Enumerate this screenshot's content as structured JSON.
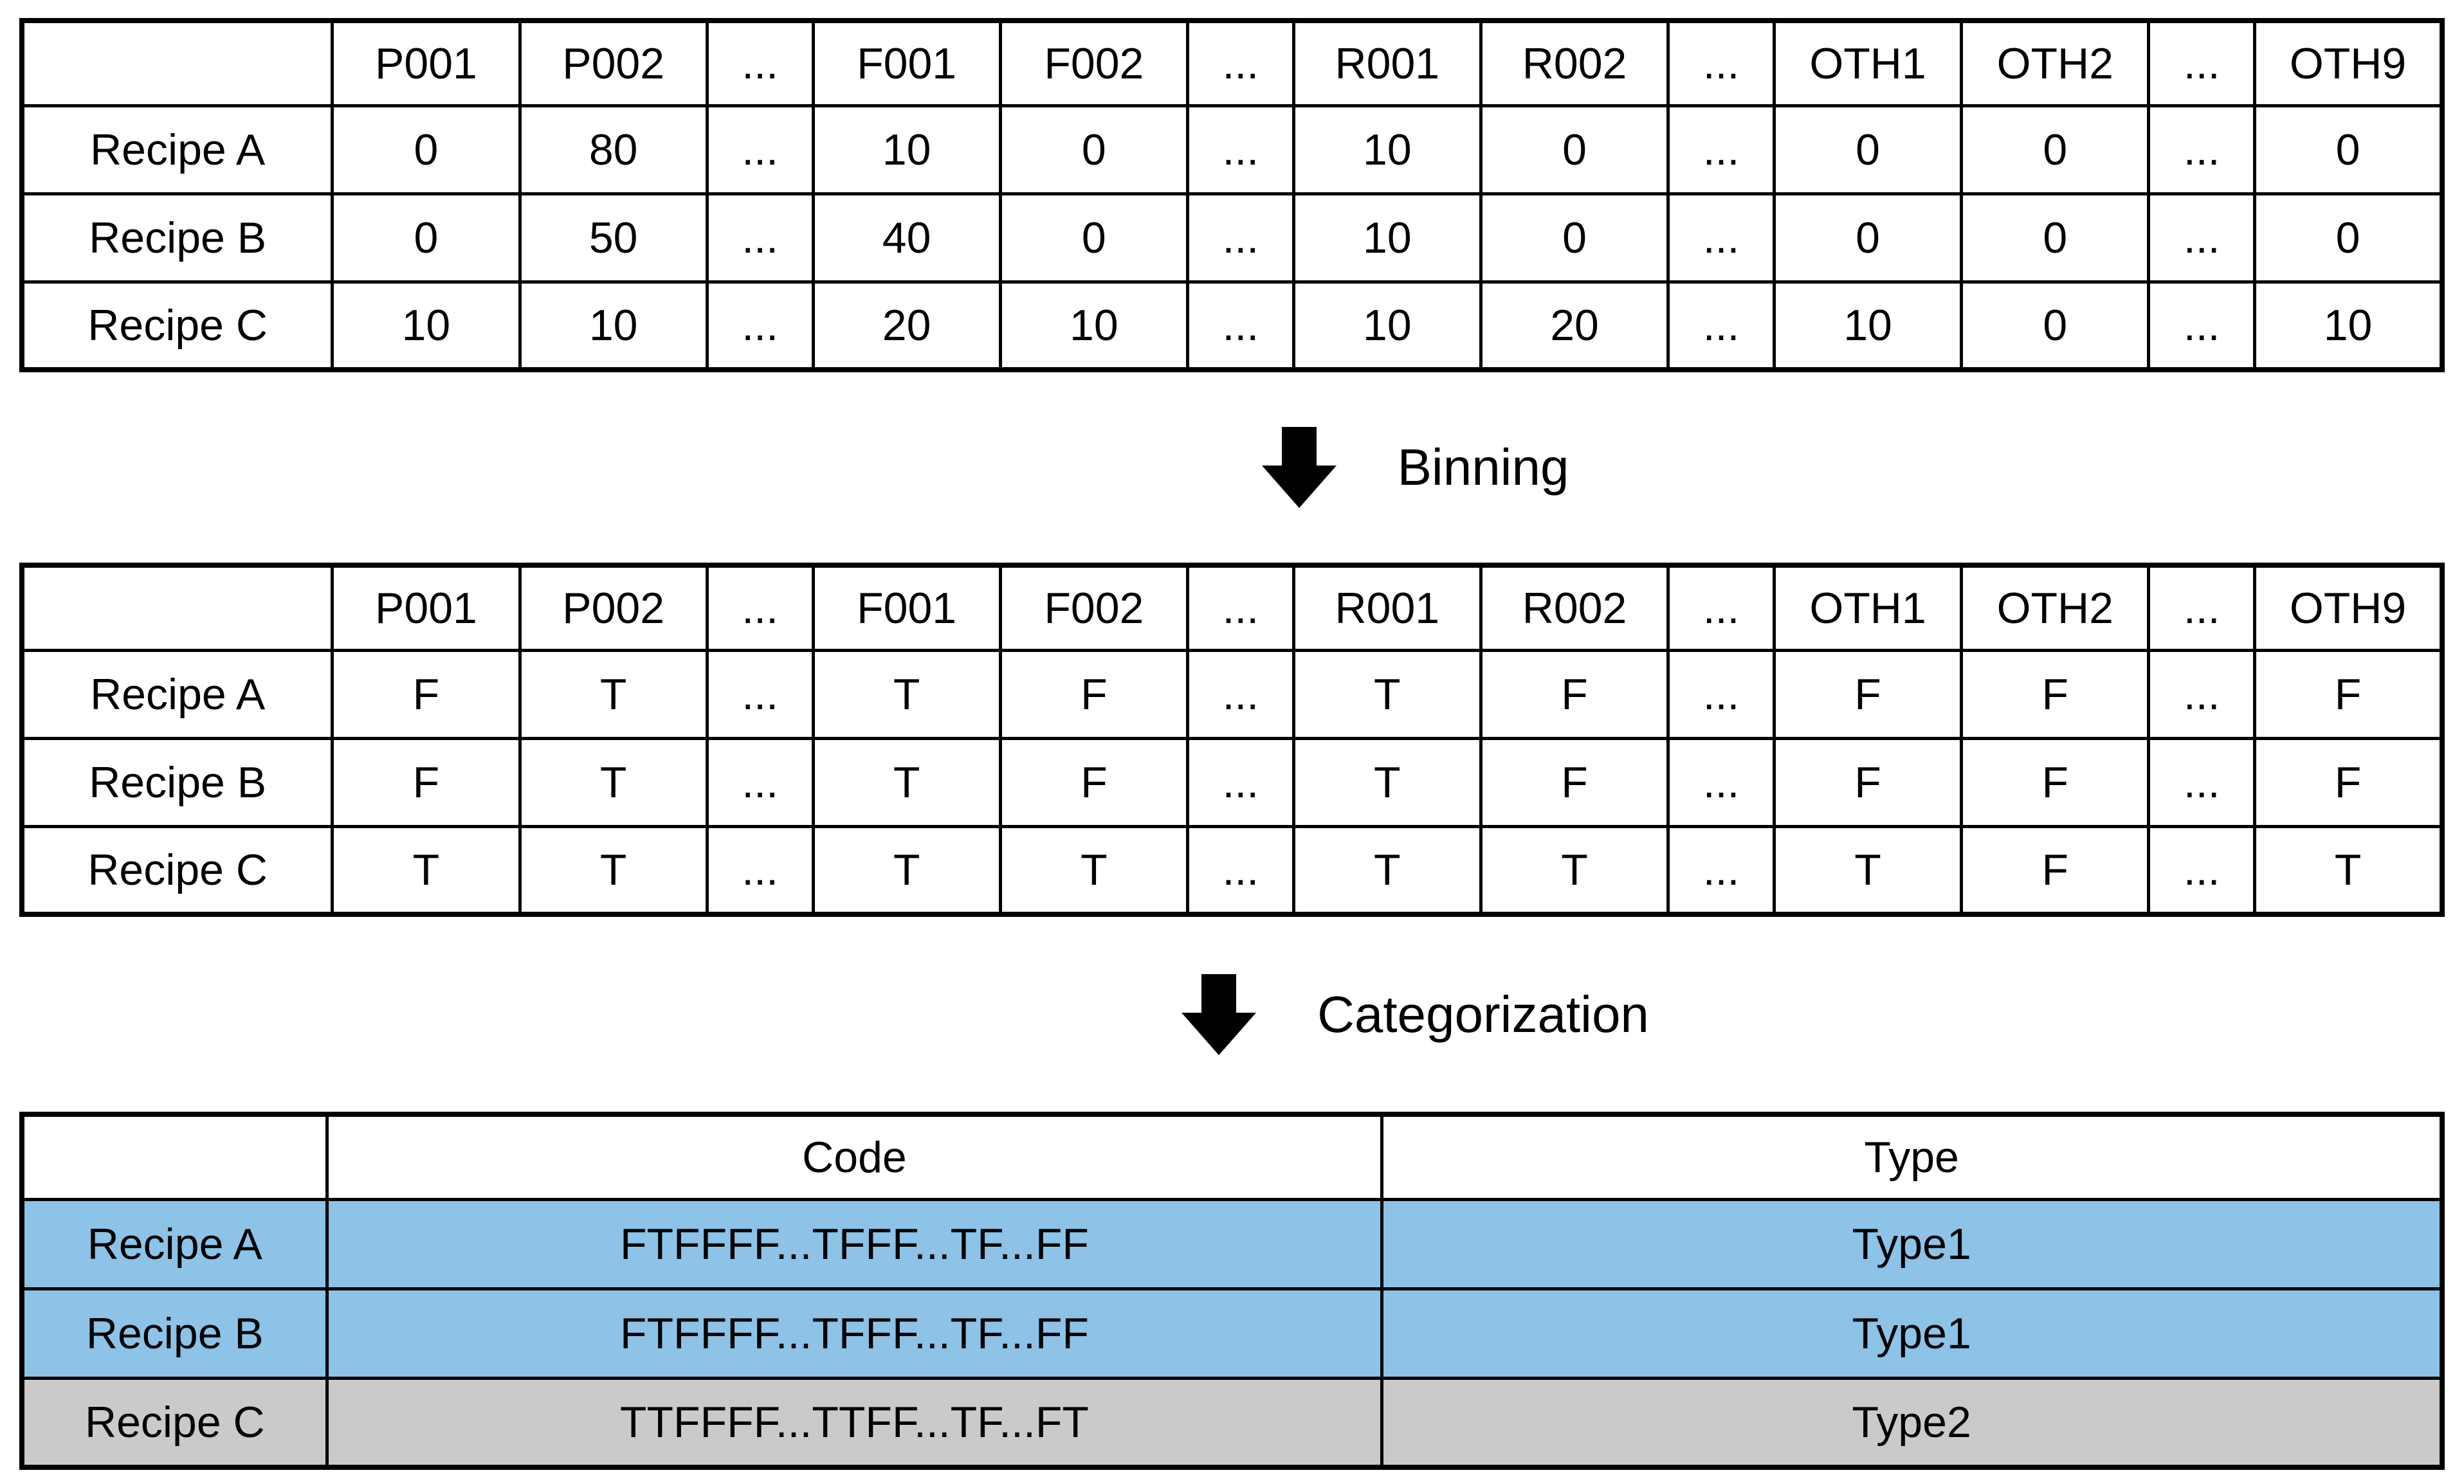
{
  "diagram": {
    "matrix_columns": [
      "",
      "P001",
      "P002",
      "...",
      "F001",
      "F002",
      "...",
      "R001",
      "R002",
      "...",
      "OTH1",
      "OTH2",
      "...",
      "OTH9"
    ],
    "tables": {
      "raw": {
        "rows": [
          {
            "label": "Recipe A",
            "values": [
              "0",
              "80",
              "...",
              "10",
              "0",
              "...",
              "10",
              "0",
              "...",
              "0",
              "0",
              "...",
              "0"
            ]
          },
          {
            "label": "Recipe B",
            "values": [
              "0",
              "50",
              "...",
              "40",
              "0",
              "...",
              "10",
              "0",
              "...",
              "0",
              "0",
              "...",
              "0"
            ]
          },
          {
            "label": "Recipe C",
            "values": [
              "10",
              "10",
              "...",
              "20",
              "10",
              "...",
              "10",
              "20",
              "...",
              "10",
              "0",
              "...",
              "10"
            ]
          }
        ]
      },
      "binned": {
        "rows": [
          {
            "label": "Recipe A",
            "values": [
              "F",
              "T",
              "...",
              "T",
              "F",
              "...",
              "T",
              "F",
              "...",
              "F",
              "F",
              "...",
              "F"
            ]
          },
          {
            "label": "Recipe B",
            "values": [
              "F",
              "T",
              "...",
              "T",
              "F",
              "...",
              "T",
              "F",
              "...",
              "F",
              "F",
              "...",
              "F"
            ]
          },
          {
            "label": "Recipe C",
            "values": [
              "T",
              "T",
              "...",
              "T",
              "T",
              "...",
              "T",
              "T",
              "...",
              "T",
              "F",
              "...",
              "T"
            ]
          }
        ]
      },
      "categorized": {
        "columns": [
          "",
          "Code",
          "Type"
        ],
        "rows": [
          {
            "label": "Recipe A",
            "code": "FTFFFF...TFFF...TF...FF",
            "type": "Type1",
            "highlight": "blue"
          },
          {
            "label": "Recipe B",
            "code": "FTFFFF...TFFF...TF...FF",
            "type": "Type1",
            "highlight": "blue"
          },
          {
            "label": "Recipe C",
            "code": "TTFFFF...TTFF...TF...FT",
            "type": "Type2",
            "highlight": "gray"
          }
        ]
      }
    },
    "arrows": [
      {
        "label": "Binning"
      },
      {
        "label": "Categorization"
      }
    ],
    "colors": {
      "highlight_blue": "#8CC3E7",
      "highlight_gray": "#CACACA",
      "border": "#000000",
      "background": "#FFFFFF"
    }
  }
}
